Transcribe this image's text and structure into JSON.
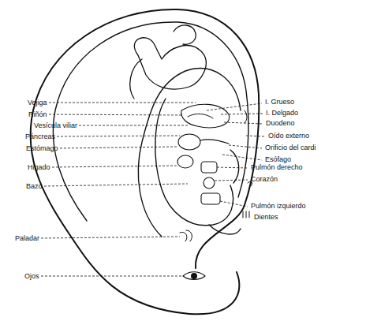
{
  "diagram": {
    "labels": [
      "Vejiga",
      "Riñón",
      "Vesícula viliar",
      "Páncreas",
      "Estómago",
      "Higado",
      "Bazo",
      "Paladar",
      "Ojos",
      "I. Grueso",
      "I. Delgado",
      "Duodeno",
      "Oído externo",
      "Orificio del cardi",
      "Esófago",
      "Pulmón derecho",
      "Corazón",
      "Pulmón izquierdo",
      "Dientes"
    ]
  }
}
